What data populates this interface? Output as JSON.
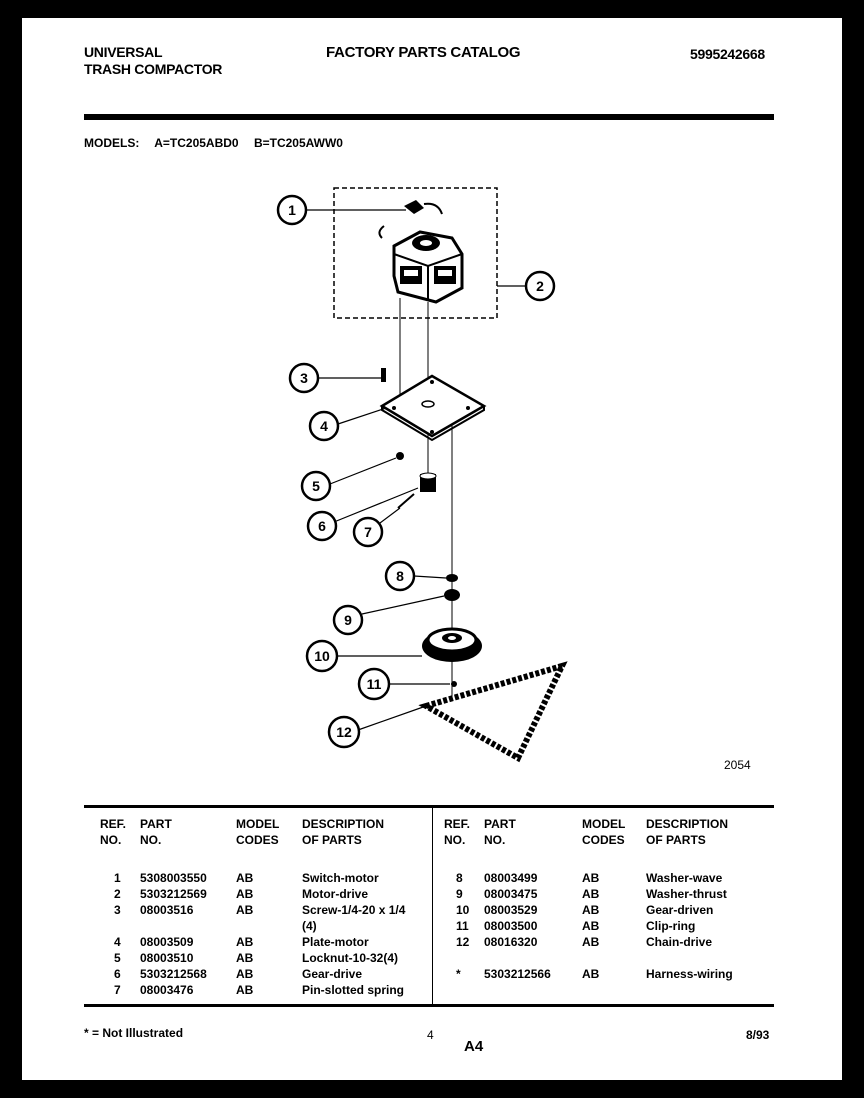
{
  "header": {
    "brand_line1": "UNIVERSAL",
    "brand_line2": "TRASH COMPACTOR",
    "catalog_title": "FACTORY PARTS CATALOG",
    "catalog_number": "5995242668"
  },
  "models": {
    "label": "MODELS:",
    "model_a": "A=TC205ABD0",
    "model_b": "B=TC205AWW0"
  },
  "figure_number": "2054",
  "callouts": [
    "1",
    "2",
    "3",
    "4",
    "5",
    "6",
    "7",
    "8",
    "9",
    "10",
    "11",
    "12"
  ],
  "table": {
    "headers": {
      "ref_l1": "REF.",
      "ref_l2": "NO.",
      "part_l1": "PART",
      "part_l2": "NO.",
      "model_l1": "MODEL",
      "model_l2": "CODES",
      "desc_l1": "DESCRIPTION",
      "desc_l2": "OF PARTS"
    },
    "left_rows": [
      {
        "ref": "1",
        "part": "5308003550",
        "codes": "AB",
        "desc": "Switch-motor"
      },
      {
        "ref": "2",
        "part": "5303212569",
        "codes": "AB",
        "desc": "Motor-drive"
      },
      {
        "ref": "3",
        "part": "08003516",
        "codes": "AB",
        "desc": "Screw-1/4-20 x 1/4"
      },
      {
        "ref": "",
        "part": "",
        "codes": "",
        "desc": "(4)"
      },
      {
        "ref": "4",
        "part": "08003509",
        "codes": "AB",
        "desc": "Plate-motor"
      },
      {
        "ref": "5",
        "part": "08003510",
        "codes": "AB",
        "desc": "Locknut-10-32(4)"
      },
      {
        "ref": "6",
        "part": "5303212568",
        "codes": "AB",
        "desc": "Gear-drive"
      },
      {
        "ref": "7",
        "part": "08003476",
        "codes": "AB",
        "desc": "Pin-slotted spring"
      }
    ],
    "right_rows": [
      {
        "ref": "8",
        "part": "08003499",
        "codes": "AB",
        "desc": "Washer-wave"
      },
      {
        "ref": "9",
        "part": "08003475",
        "codes": "AB",
        "desc": "Washer-thrust"
      },
      {
        "ref": "10",
        "part": "08003529",
        "codes": "AB",
        "desc": "Gear-driven"
      },
      {
        "ref": "11",
        "part": "08003500",
        "codes": "AB",
        "desc": "Clip-ring"
      },
      {
        "ref": "12",
        "part": "08016320",
        "codes": "AB",
        "desc": "Chain-drive"
      },
      {
        "ref": "",
        "part": "",
        "codes": "",
        "desc": ""
      },
      {
        "ref": "*",
        "part": "5303212566",
        "codes": "AB",
        "desc": "Harness-wiring"
      }
    ]
  },
  "footer": {
    "note": "* = Not Illustrated",
    "page": "4",
    "section": "A4",
    "date": "8/93"
  }
}
